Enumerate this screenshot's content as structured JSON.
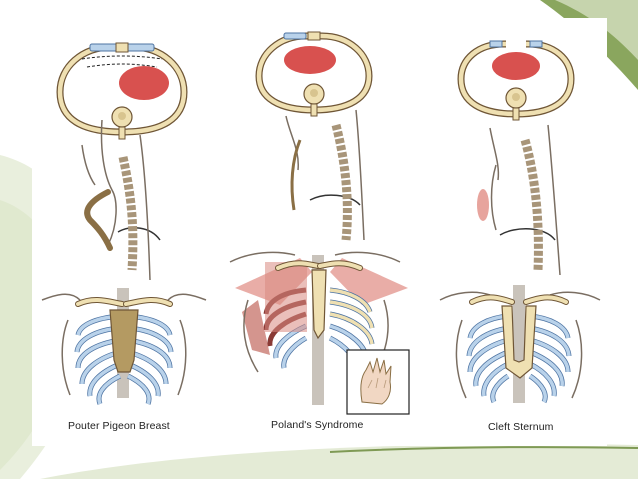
{
  "captions": {
    "left": "Pouter Pigeon Breast",
    "middle": "Poland's Syndrome",
    "right": "Cleft Sternum"
  },
  "colors": {
    "slide_green_dark": "#7f9a55",
    "slide_green_light": "#dfe8cf",
    "bone": "#efe0b2",
    "bone_outline": "#6f5636",
    "cartilage": "#b9d2ea",
    "cartilage_outline": "#4e74a3",
    "heart": "#d8514f",
    "spine": "#a89579",
    "muscle": "#d98a82",
    "skin_line": "#7a6e62"
  },
  "icons": [
    "hand-inset-icon"
  ]
}
